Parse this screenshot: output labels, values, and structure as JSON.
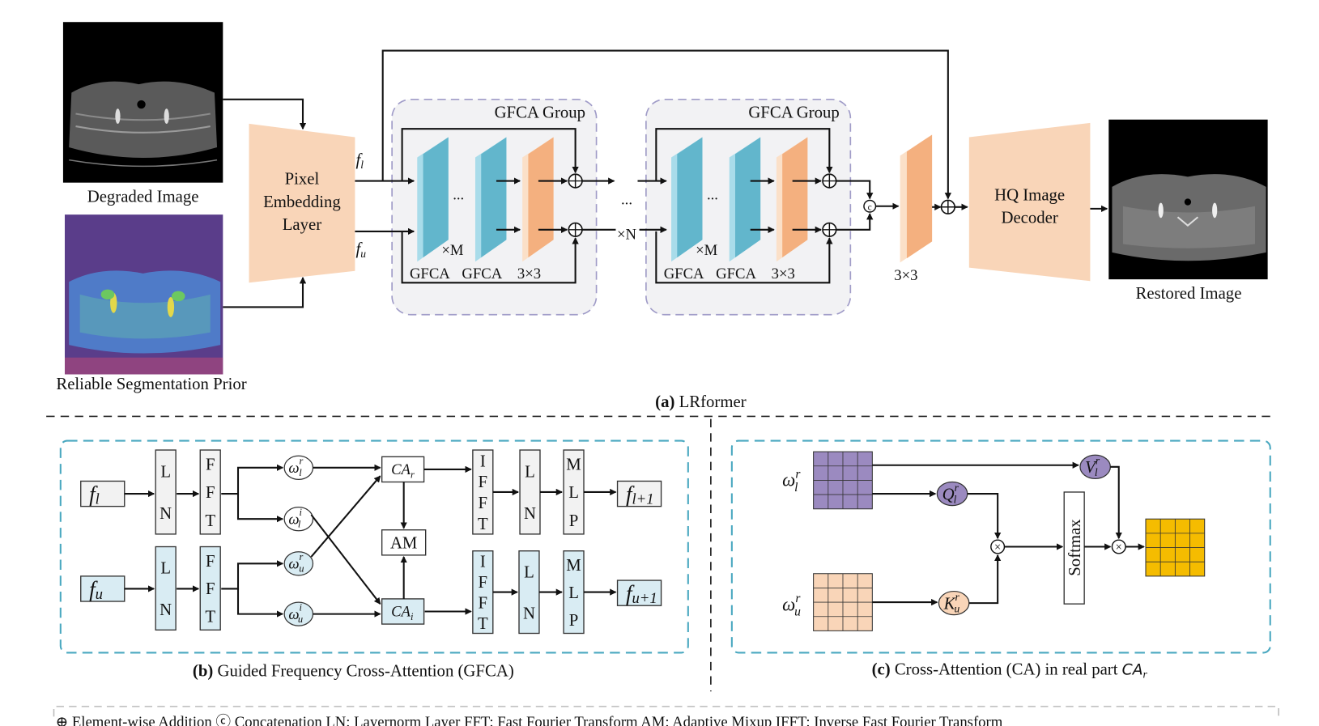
{
  "panel_a": {
    "caption_bold": "(a)",
    "caption": " LRformer",
    "degraded_label": "Degraded Image",
    "prior_label": "Reliable Segmentation Prior",
    "embed_lines": [
      "Pixel",
      "Embedding",
      "Layer"
    ],
    "f": "f",
    "sub_l": "l",
    "sub_u": "u",
    "group_title": "GFCA Group",
    "gfca": "GFCA",
    "conv": "3×3",
    "ellipsis": "...",
    "times_m": "×M",
    "times_n": "×N",
    "concat_symbol": "c",
    "decoder_lines": [
      "HQ Image",
      "Decoder"
    ],
    "restored_label": "Restored Image"
  },
  "panel_b": {
    "caption_bold": "(b)",
    "caption": " Guided Frequency Cross-Attention (GFCA)",
    "ln": [
      "L",
      "N"
    ],
    "fft": [
      "F",
      "F",
      "T"
    ],
    "ifft": [
      "I",
      "F",
      "F",
      "T"
    ],
    "mlp": [
      "M",
      "L",
      "P"
    ],
    "omega": "ω",
    "r": "r",
    "i": "i",
    "l": "l",
    "u": "u",
    "ca": "CA",
    "am": "AM",
    "f": "f",
    "l1": "l+1",
    "u1": "u+1"
  },
  "panel_c": {
    "caption_bold": "(c)",
    "caption": " Cross-Attention (CA) in real part ",
    "caption_math": "CA",
    "caption_sub": "r",
    "omega": "ω",
    "r": "r",
    "l": "l",
    "u": "u",
    "V": "V",
    "Q": "Q",
    "K": "K",
    "softmax": "Softmax",
    "times": "×"
  },
  "legend": {
    "text": "⊕ Element-wise Addition  ⓒ Concatenation  LN: Layernorm Layer   FFT: Fast Fourier Transform  AM: Adaptive Mixup    IFFT: Inverse Fast Fourier Transform"
  },
  "colors": {
    "peach": "#f9d5b8",
    "blue_slab": "#62b6cc",
    "orange_slab": "#f4b07f",
    "group_fill": "#f2f2f4",
    "group_border": "#a09cc8",
    "panel_border": "#4aa8c0",
    "light_blue_box": "#d9ecf3",
    "light_gray_box": "#f2f2f2",
    "purple": "#9b8ac0",
    "yellow": "#f5bc00"
  }
}
